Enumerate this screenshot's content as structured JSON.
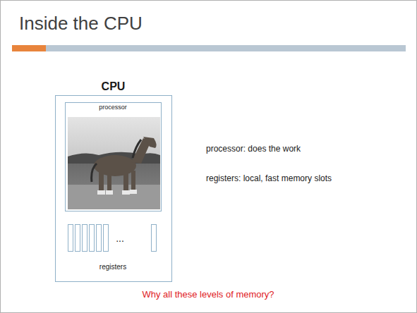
{
  "diagram": {
    "title": "Inside the CPU",
    "nodes": [
      {
        "text": [
          "CPU"
        ]
      },
      {
        "text": [
          "processor"
        ],
        "in": 0
      }
    ],
    "labels": [
      "...",
      "registers",
      "processor: does the work",
      "registers: local, fast memory slots",
      "Why all these levels of memory?"
    ]
  }
}
